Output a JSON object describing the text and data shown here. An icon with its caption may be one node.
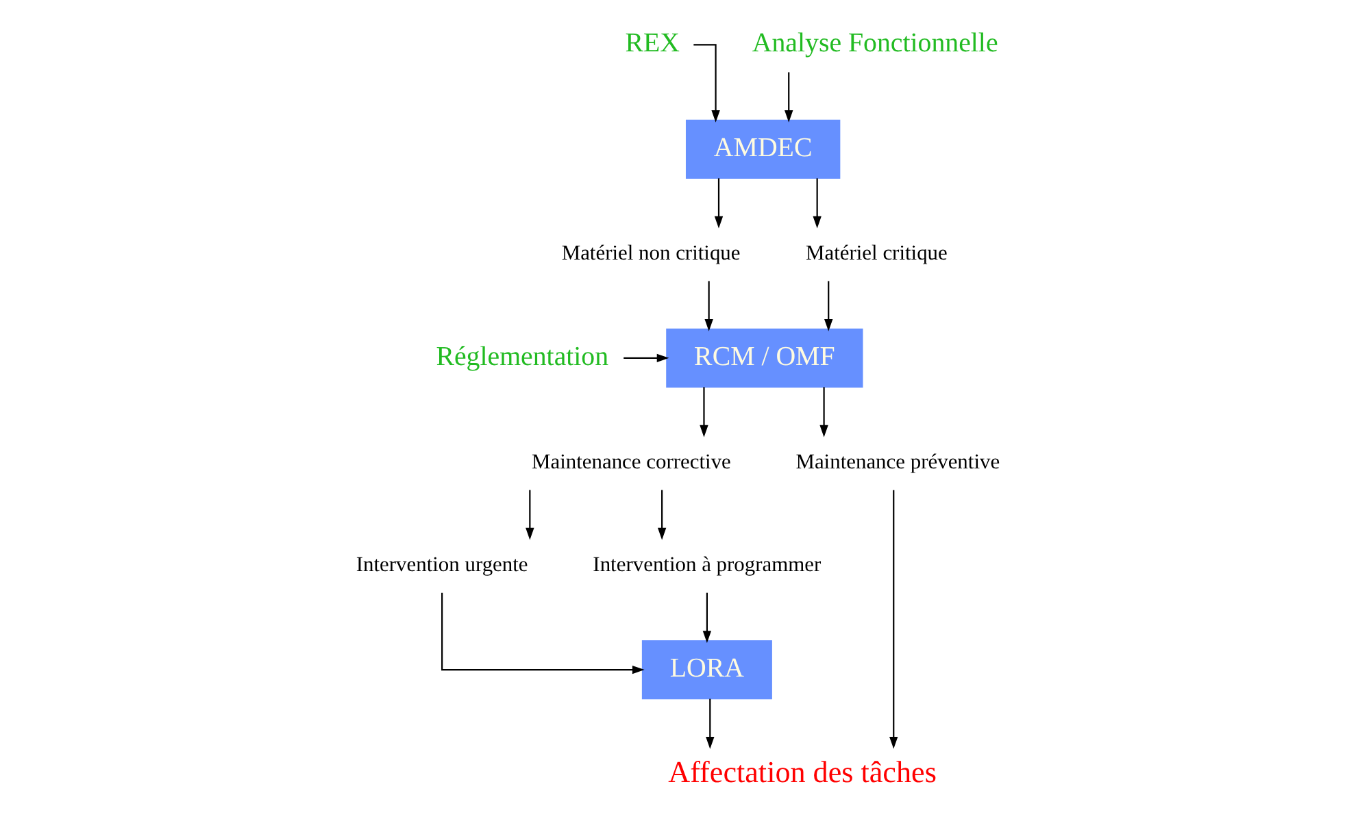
{
  "diagram": {
    "nodes": [
      {
        "text": [
          "REX"
        ]
      },
      {
        "text": [
          "AMDEC"
        ]
      },
      {
        "text": [
          "Analyse Fonctionnelle"
        ]
      },
      {
        "text": [
          "Matériel non critique"
        ]
      },
      {
        "text": [
          "Matériel critique"
        ]
      },
      {
        "text": [
          "RCM / OMF"
        ]
      },
      {
        "text": [
          "Réglementation"
        ]
      },
      {
        "text": [
          "Maintenance corrective"
        ]
      },
      {
        "text": [
          "Maintenance préventive"
        ]
      },
      {
        "text": [
          "Intervention urgente"
        ]
      },
      {
        "text": [
          "Intervention à programmer"
        ]
      },
      {
        "text": [
          "LORA"
        ]
      },
      {
        "text": [
          "Affectation des tâches"
        ]
      }
    ],
    "edges": [
      {
        "from": 0,
        "to": 1,
        "arrow": "to"
      },
      {
        "from": 2,
        "to": 1,
        "arrow": "to"
      },
      {
        "from": 1,
        "to": 3,
        "arrow": "to"
      },
      {
        "from": 1,
        "to": 4,
        "arrow": "to"
      },
      {
        "from": 3,
        "to": 5,
        "arrow": "to"
      },
      {
        "from": 4,
        "to": 5,
        "arrow": "to"
      },
      {
        "from": 6,
        "to": 5,
        "arrow": "to"
      },
      {
        "from": 5,
        "to": 7,
        "arrow": "to"
      },
      {
        "from": 5,
        "to": 8,
        "arrow": "to"
      },
      {
        "from": 7,
        "to": 9,
        "arrow": "to"
      },
      {
        "from": 7,
        "to": 10,
        "arrow": "to"
      },
      {
        "from": 9,
        "to": 11,
        "arrow": "to"
      },
      {
        "from": 10,
        "to": 11,
        "arrow": "to"
      },
      {
        "from": 11,
        "to": 12,
        "arrow": "to"
      },
      {
        "from": 8,
        "to": 12,
        "arrow": "to"
      }
    ]
  }
}
